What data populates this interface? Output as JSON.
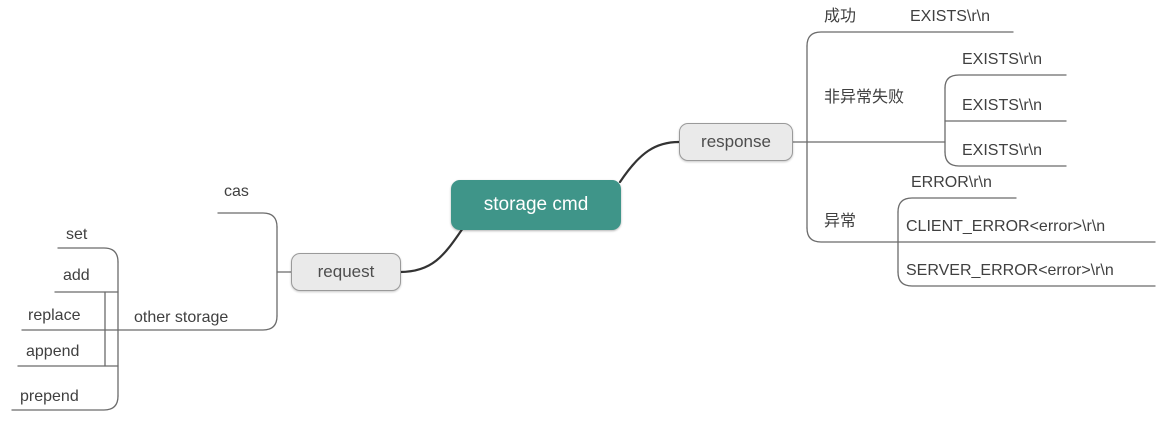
{
  "diagram": {
    "title": "storage cmd mind map",
    "colors": {
      "root_fill": "#3f9589",
      "root_text": "#ffffff",
      "branch_fill": "#eaeaea",
      "branch_border": "#9a9a9a",
      "branch_text": "#4d4d4d",
      "leaf_text": "#404040",
      "line": "#6b6b6b",
      "curve": "#333333",
      "background": "#ffffff"
    },
    "root": {
      "label": "storage cmd"
    },
    "branches": [
      {
        "label": "request",
        "side": "left",
        "children": [
          {
            "label": "cas",
            "children": []
          },
          {
            "label": "other storage",
            "children": [
              {
                "label": "set"
              },
              {
                "label": "add"
              },
              {
                "label": "replace"
              },
              {
                "label": "append"
              },
              {
                "label": "prepend"
              }
            ]
          }
        ]
      },
      {
        "label": "response",
        "side": "right",
        "children": [
          {
            "label": "成功",
            "children": [
              {
                "label": "EXISTS\\r\\n"
              }
            ]
          },
          {
            "label": "非异常失败",
            "children": [
              {
                "label": "EXISTS\\r\\n"
              },
              {
                "label": "EXISTS\\r\\n"
              },
              {
                "label": "EXISTS\\r\\n"
              }
            ]
          },
          {
            "label": "异常",
            "children": [
              {
                "label": "ERROR\\r\\n"
              },
              {
                "label": "CLIENT_ERROR<error>\\r\\n"
              },
              {
                "label": "SERVER_ERROR<error>\\r\\n"
              }
            ]
          }
        ]
      }
    ]
  }
}
